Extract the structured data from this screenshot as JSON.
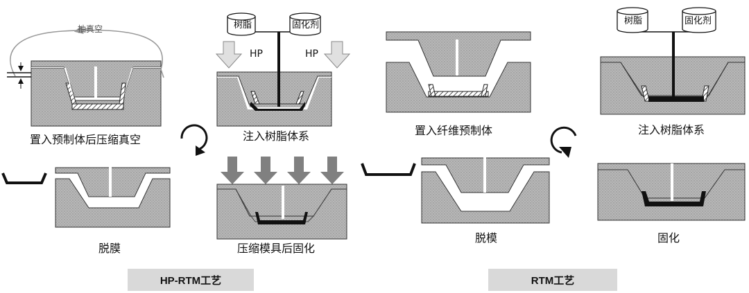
{
  "hp_rtm": {
    "vacuum": "抽真空",
    "step_vacuum": "置入预制体后压缩真空",
    "resin": "树脂",
    "hardener": "固化剂",
    "hp_left": "HP",
    "hp_right": "HP",
    "step_inject": "注入树脂体系",
    "step_demold": "脱膜",
    "step_press_cure": "压缩模具后固化",
    "process_name": "HP-RTM工艺"
  },
  "rtm": {
    "step_place": "置入纤维预制体",
    "resin": "树脂",
    "hardener": "固化剂",
    "step_inject": "注入树脂体系",
    "step_demold": "脱模",
    "step_cure": "固化",
    "process_name": "RTM工艺"
  },
  "colors": {
    "mold_fill": "#b4b4b4",
    "mold_stroke": "#333333",
    "part": "#111111",
    "arrow_light": "#d9d9d9",
    "arrow_dark": "#808080",
    "badge_bg": "#d9d9d9"
  }
}
